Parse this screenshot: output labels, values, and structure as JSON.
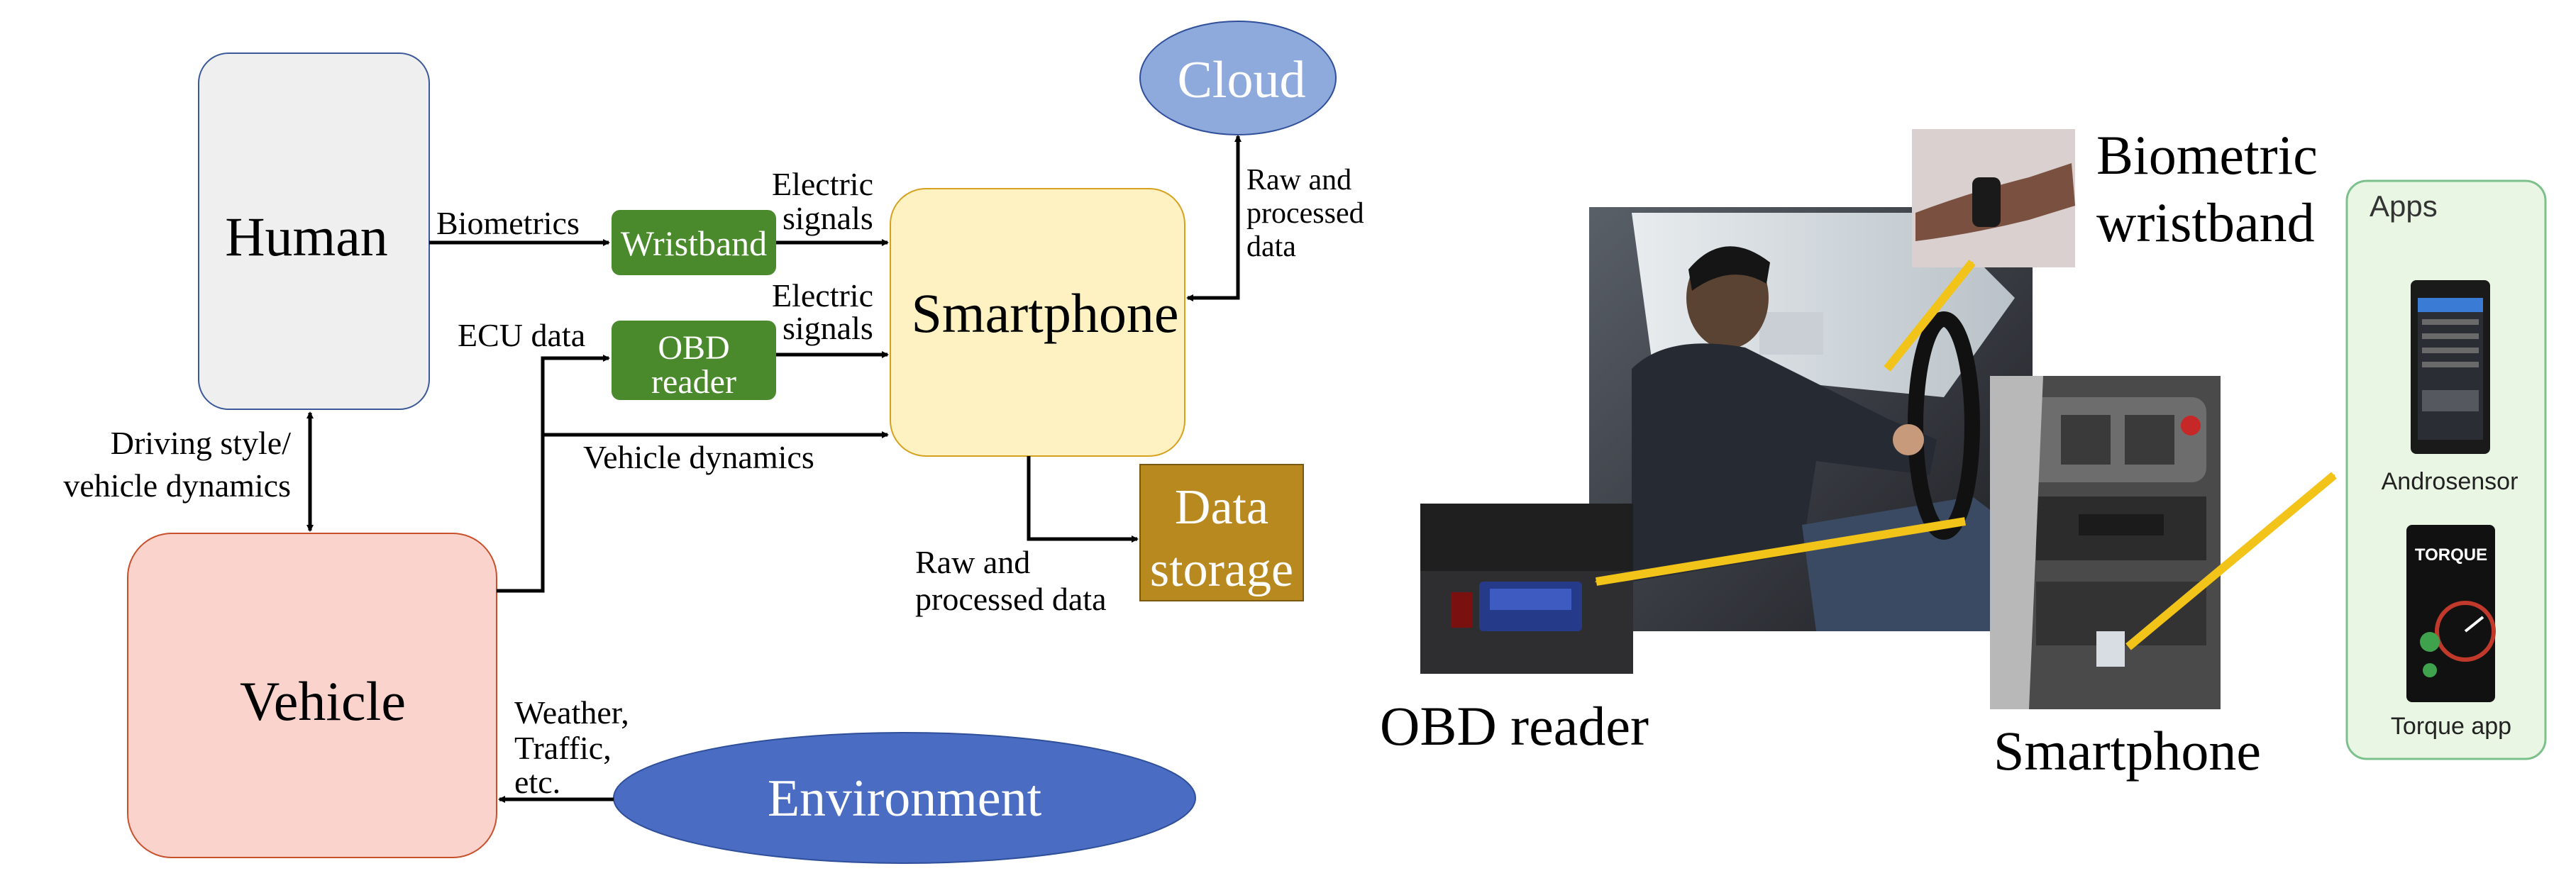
{
  "diagram": {
    "human": "Human",
    "vehicle": "Vehicle",
    "smartphone": "Smartphone",
    "cloud": "Cloud",
    "environment": "Environment",
    "wristband": "Wristband",
    "obd_reader": [
      "OBD",
      "reader"
    ],
    "data_storage": [
      "Data",
      "storage"
    ],
    "labels": {
      "biometrics": "Biometrics",
      "ecu_data": "ECU data",
      "electric_signals_1": [
        "Electric",
        "signals"
      ],
      "electric_signals_2": [
        "Electric",
        "signals"
      ],
      "vehicle_dynamics": "Vehicle dynamics",
      "driving_style": [
        "Driving style/",
        "vehicle dynamics"
      ],
      "raw_processed_cloud": [
        "Raw and",
        "processed",
        "data"
      ],
      "raw_processed_storage": [
        "Raw and",
        "processed data"
      ],
      "weather": [
        "Weather,",
        "Traffic,",
        "etc."
      ]
    },
    "colors": {
      "human_fill": "#efefef",
      "human_stroke": "#3b5998",
      "vehicle_fill": "#f9d3cc",
      "vehicle_stroke": "#c8502c",
      "smartphone_fill": "#fff2c2",
      "smartphone_stroke": "#d6a11f",
      "cloud_fill": "#8ea9dc",
      "cloud_stroke": "#2f4f9a",
      "environment_fill": "#4a6cc2",
      "green_box": "#4b8a2c",
      "storage_fill": "#b8891f"
    }
  },
  "photo": {
    "labels": {
      "biometric_wristband": [
        "Biometric",
        "wristband"
      ],
      "obd_reader": "OBD reader",
      "smartphone": "Smartphone"
    },
    "apps_panel": {
      "title": "Apps",
      "app1": "Androsensor",
      "app2": "Torque app",
      "torque_logo": "TORQUE"
    },
    "colors": {
      "arrow": "#f2c318",
      "panel_fill": "#e9f6e4",
      "panel_stroke": "#7cc08c"
    }
  }
}
